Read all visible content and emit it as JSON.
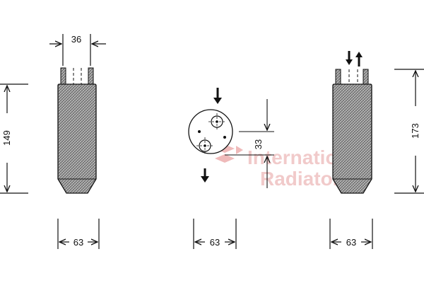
{
  "dimensions": {
    "top_width": "36",
    "left_height": "149",
    "right_height": "173",
    "port_offset": "33",
    "base_left": "63",
    "base_middle": "63",
    "base_right": "63"
  },
  "watermark": {
    "line1": "International",
    "line2": "Radiators",
    "color": "#e07a7a"
  },
  "colors": {
    "line": "#111111",
    "body_fill": "#9a9a9a"
  }
}
